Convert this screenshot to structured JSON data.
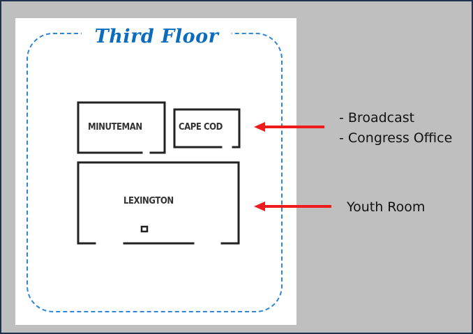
{
  "title": "Third Floor",
  "rooms": [
    {
      "name": "MINUTEMAN"
    },
    {
      "name": "CAPE COD"
    },
    {
      "name": "LEXINGTON"
    }
  ],
  "annotations": {
    "cape_cod": [
      "- Broadcast",
      "- Congress Office"
    ],
    "lexington": [
      "Youth Room"
    ]
  },
  "colors": {
    "title": "#0b6cbd",
    "border": "#2f86d4",
    "arrow": "#ee1c1c",
    "background": "#bfbfbf",
    "frame": "#1f3050"
  }
}
